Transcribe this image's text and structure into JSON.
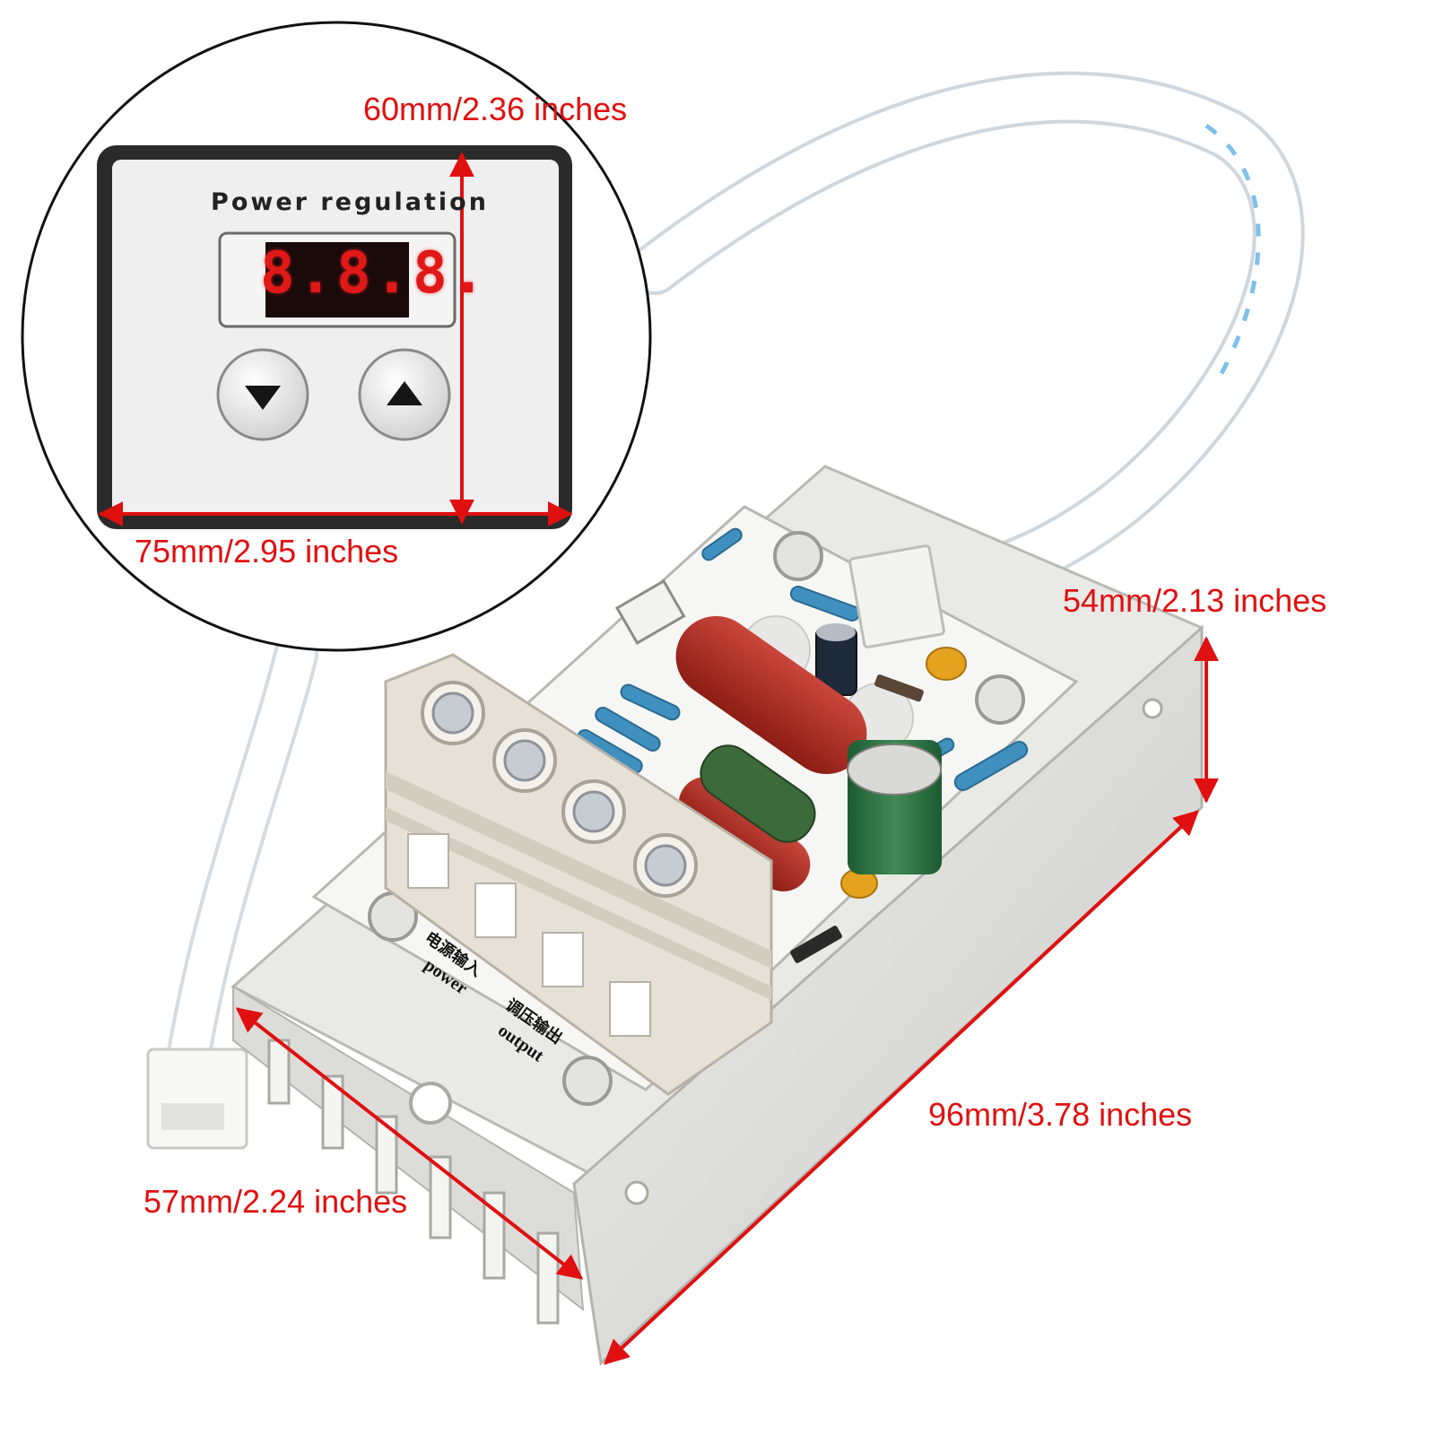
{
  "labels": {
    "panel_height": "60mm/2.36 inches",
    "panel_width": "75mm/2.95 inches",
    "module_height": "54mm/2.13 inches",
    "module_length": "96mm/3.78 inches",
    "module_width": "57mm/2.24 inches"
  },
  "panel": {
    "title": "Power regulation",
    "display": "8.8.8."
  },
  "pcb": {
    "input_cn": "电源输入",
    "input_en": "power",
    "output_cn": "调压输出",
    "output_en": "output"
  },
  "colors": {
    "dimension": "#e01010",
    "heatsink": "#d9d9d6",
    "pcb": "#f4f4f2",
    "terminal": "#e6e1d6",
    "capacitor_red": "#a8251c",
    "capacitor_green": "#2c6b3e",
    "cable": "#ffffff"
  }
}
